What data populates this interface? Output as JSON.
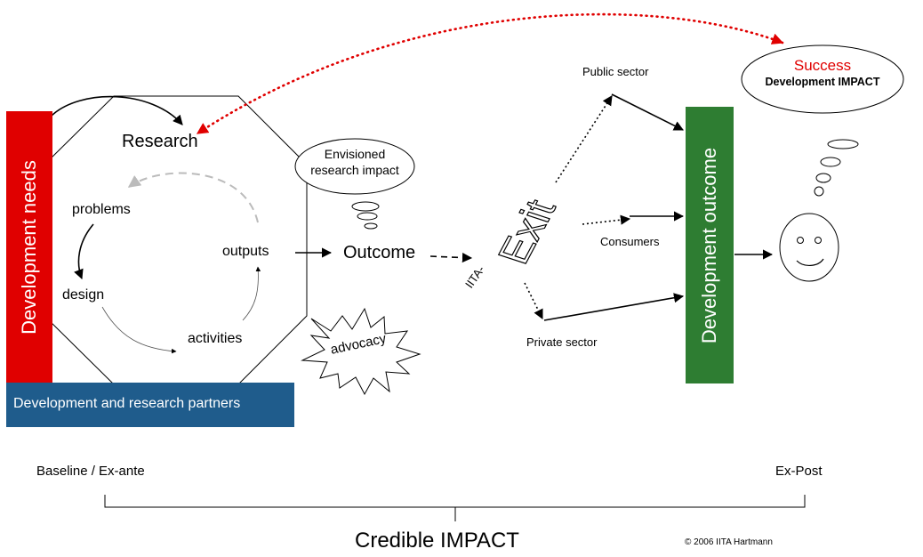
{
  "labels": {
    "development_needs": "Development needs",
    "partners": "Development and research partners",
    "research": "Research",
    "problems": "problems",
    "design": "design",
    "activities": "activities",
    "outputs": "outputs",
    "envisioned_1": "Envisioned",
    "envisioned_2": "research impact",
    "outcome": "Outcome",
    "advocacy": "advocacy",
    "iita": "IITA-",
    "exit": "Exit",
    "public_sector": "Public sector",
    "consumers": "Consumers",
    "private_sector": "Private sector",
    "development_outcome": "Development outcome",
    "success": "Success",
    "development_impact": "Development IMPACT",
    "baseline": "Baseline / Ex-ante",
    "expost": "Ex-Post",
    "credible_impact": "Credible IMPACT",
    "copyright": "© 2006 IITA Hartmann"
  },
  "colors": {
    "needs_bar": "#e00000",
    "partners_bar": "#1f5c8c",
    "outcome_bar": "#2e7d32",
    "success_text": "#e00000",
    "feedback_arrow": "#e00000"
  }
}
